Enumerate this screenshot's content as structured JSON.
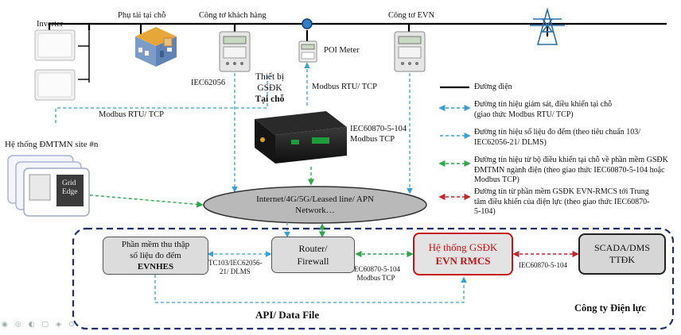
{
  "labels": {
    "inverter": "Inverter",
    "local_load": "Phụ tải tại chỗ",
    "customer_meter": "Công tơ khách hàng",
    "evn_meter": "Công tơ EVN",
    "poi_meter": "POI Meter",
    "iec62056": "IEC62056",
    "local_device": [
      "Thiết bị",
      "GSĐK",
      "Tại chỗ"
    ],
    "modbus_left": "Modbus RTU/ TCP",
    "modbus_poi": "Modbus RTU/ TCP",
    "iec104_modbus": [
      "IEC60870-5-104",
      "Modbus TCP"
    ],
    "dmtmn_site": "Hệ thống ĐMTMN site #n",
    "grid_edge": [
      "Grid",
      "Edge"
    ],
    "network": [
      "Internet/4G/5G/Leased line/ APN",
      "Network…"
    ],
    "tc103": [
      "TC103/IEC62056-",
      "21/ DLMS"
    ],
    "iec104_router": [
      "IEC60870-5-104",
      "Modbus TCP"
    ],
    "iec104_scada": "IEC60870-5-104",
    "api_data": "API/ Data File",
    "company": "Công ty Điện lực"
  },
  "boxes": {
    "evnhes": [
      "Phần mềm thu thập",
      "số liệu đo đếm",
      "EVNHES"
    ],
    "router": [
      "Router/",
      "Firewall"
    ],
    "rmcs": [
      "Hệ thống GSĐK",
      "EVN RMCS"
    ],
    "scada": [
      "SCADA/DMS",
      "TTĐK"
    ]
  },
  "legend": [
    {
      "type": "solid",
      "color": "#000000",
      "lines": [
        "Đường điện"
      ]
    },
    {
      "type": "dashed",
      "color": "#3aa0d0",
      "lines": [
        "Đường tín hiệu giám sát, điều khiển tại chỗ",
        "(giao thức Modbus RTU/ TCP)"
      ]
    },
    {
      "type": "dashed",
      "color": "#3aa0d0",
      "lines": [
        "Đường tín hiệu số liệu đo đếm (theo tiêu chuẩn 103/",
        "IEC62056-21/ DLMS)"
      ]
    },
    {
      "type": "dashed",
      "color": "#2ea84a",
      "lines": [
        "Đường tín hiệu từ bộ điều khiển tại chỗ về phần mềm GSĐK",
        "ĐMTMN ngành điện (theo giao thức IEC60870-5-104 hoặc",
        "Modbus TCP)"
      ]
    },
    {
      "type": "dashed",
      "color": "#c0262d",
      "lines": [
        "Đường tín từ phần mềm GSĐK EVN-RMCS tới Trung",
        "tâm điều khiển của điện lực (theo giao thức IEC60870-",
        "5-104)"
      ]
    }
  ],
  "icons": [
    "inverter-icon",
    "house-icon",
    "meter-icon",
    "poi-meter-icon",
    "transmission-tower-icon",
    "controller-device-icon",
    "dmtmn-site-window-icon"
  ],
  "colors": {
    "power_line": "#000000",
    "blue_signal": "#3aa0d0",
    "green_signal": "#2ea84a",
    "red_signal": "#c0262d",
    "rmcs_red": "#c51515",
    "company_frame": "#1f2f6e"
  }
}
